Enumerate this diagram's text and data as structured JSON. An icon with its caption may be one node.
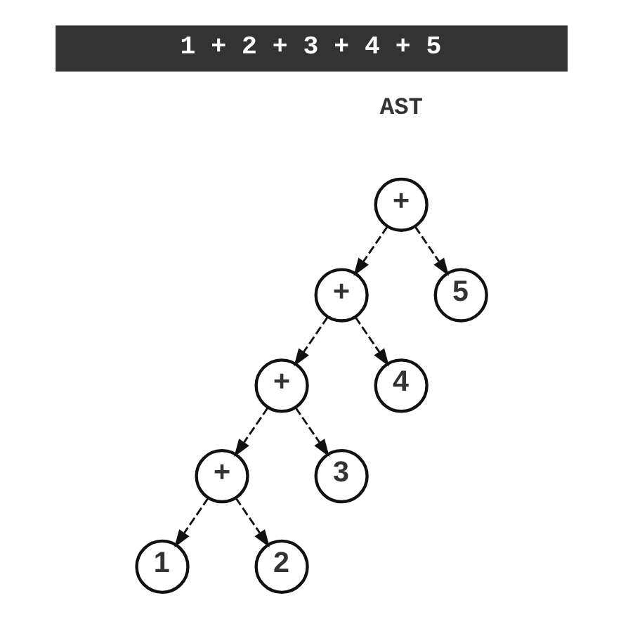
{
  "diagram": {
    "title": "1 + 2 + 3 + 4 + 5",
    "nodes": [
      {
        "text": [
          "+"
        ]
      },
      {
        "text": [
          "+"
        ]
      },
      {
        "text": [
          "5"
        ]
      },
      {
        "text": [
          "+"
        ]
      },
      {
        "text": [
          "4"
        ]
      },
      {
        "text": [
          "+"
        ]
      },
      {
        "text": [
          "3"
        ]
      },
      {
        "text": [
          "1"
        ]
      },
      {
        "text": [
          "2"
        ]
      }
    ],
    "edges": [
      {
        "from": 0,
        "to": 1,
        "arrow": "to",
        "style": "dashed"
      },
      {
        "from": 0,
        "to": 2,
        "arrow": "to",
        "style": "dashed"
      },
      {
        "from": 1,
        "to": 3,
        "arrow": "to",
        "style": "dashed"
      },
      {
        "from": 1,
        "to": 4,
        "arrow": "to",
        "style": "dashed"
      },
      {
        "from": 3,
        "to": 5,
        "arrow": "to",
        "style": "dashed"
      },
      {
        "from": 3,
        "to": 6,
        "arrow": "to",
        "style": "dashed"
      },
      {
        "from": 5,
        "to": 7,
        "arrow": "to",
        "style": "dashed"
      },
      {
        "from": 5,
        "to": 8,
        "arrow": "to",
        "style": "dashed"
      }
    ],
    "labels": [
      "AST"
    ]
  }
}
